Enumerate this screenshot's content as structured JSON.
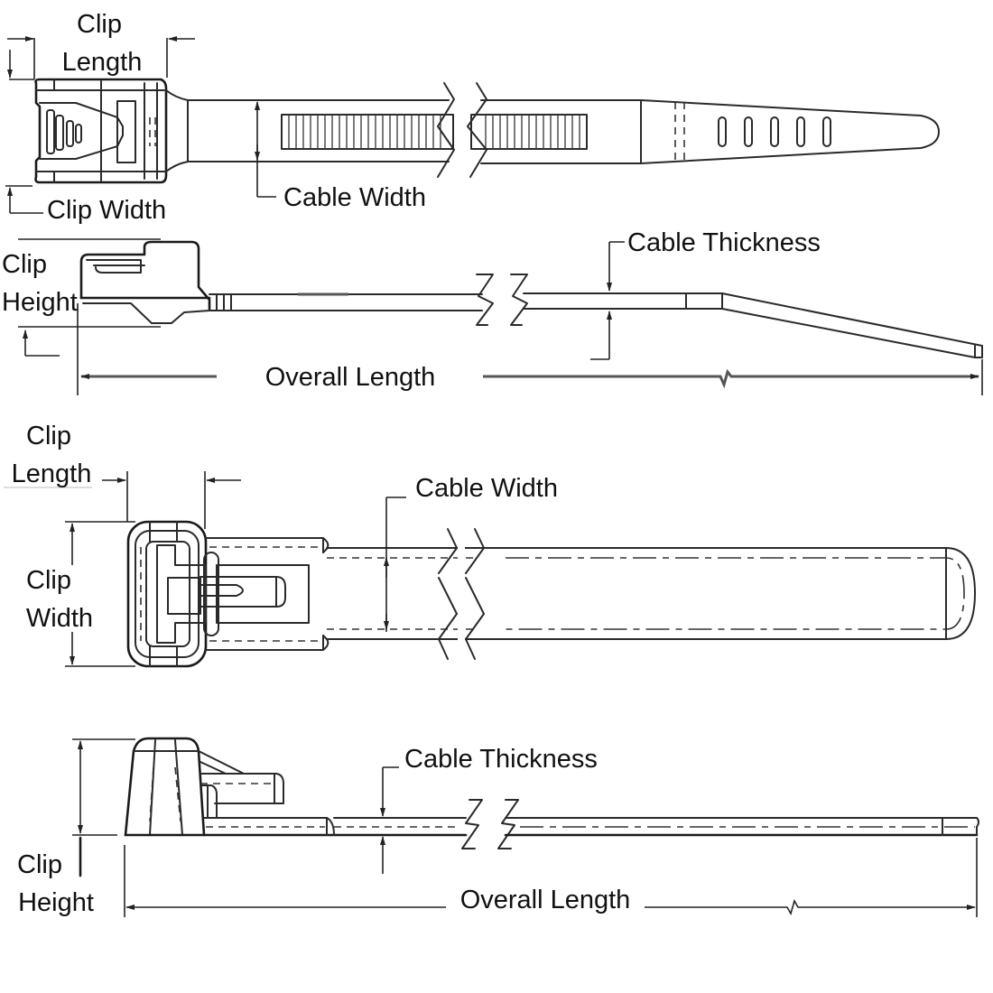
{
  "diagram": {
    "subject": "cable tie dimension drawings",
    "views": [
      {
        "id": "standard-tie",
        "top_view": {
          "labels": {
            "clip_length": [
              "Clip",
              "Length"
            ],
            "clip_width": "Clip Width",
            "cable_width": "Cable Width"
          }
        },
        "side_view": {
          "labels": {
            "clip_height": [
              "Clip",
              "Height"
            ],
            "cable_thickness": "Cable Thickness",
            "overall_length": "Overall Length"
          }
        }
      },
      {
        "id": "releasable-tie",
        "top_view": {
          "labels": {
            "clip_length": [
              "Clip",
              "Length"
            ],
            "clip_width": [
              "Clip",
              "Width"
            ],
            "cable_width": "Cable Width"
          }
        },
        "side_view": {
          "labels": {
            "clip_height": [
              "Clip",
              "Height"
            ],
            "cable_thickness": "Cable Thickness",
            "overall_length": "Overall Length"
          }
        }
      }
    ]
  }
}
